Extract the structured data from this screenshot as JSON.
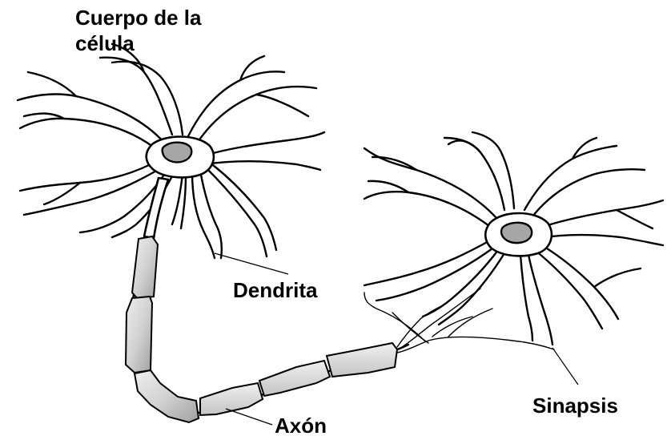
{
  "labels": {
    "cell_body_line1": "Cuerpo de la",
    "cell_body_line2": "célula",
    "dendrite": "Dendrita",
    "axon": "Axón",
    "synapse": "Sinapsis"
  },
  "colors": {
    "nucleus_fill": "#a6a6a6",
    "myelin_light": "#e6e6e6",
    "myelin_dark": "#a8a8a8",
    "outline": "#000000",
    "background": "#ffffff"
  }
}
